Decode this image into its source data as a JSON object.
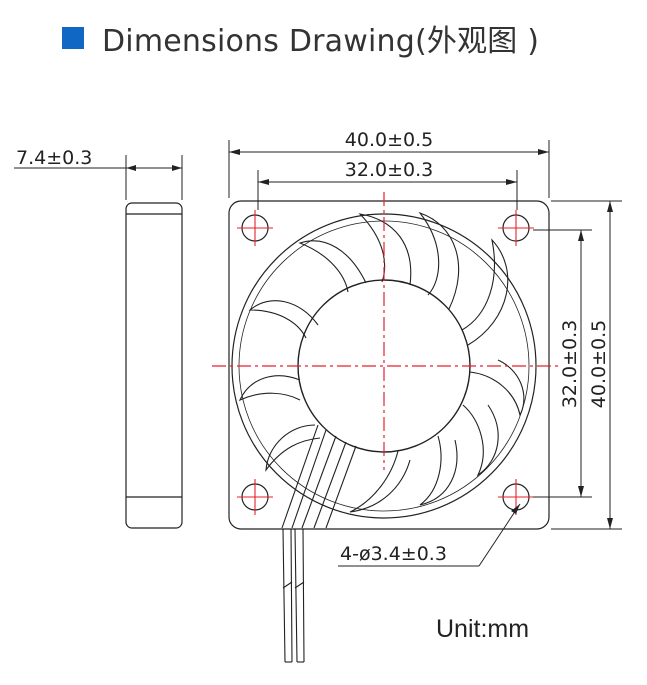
{
  "header": {
    "title": "Dimensions Drawing(外观图 )",
    "accent_color": "#1168c4"
  },
  "dimensions": {
    "thickness": "7.4±0.3",
    "width_outer": "40.0±0.5",
    "width_holes": "32.0±0.3",
    "height_holes": "32.0±0.3",
    "height_outer": "40.0±0.5",
    "holes": "4-ø3.4±0.3"
  },
  "unit": "Unit:mm",
  "colors": {
    "line": "#222222",
    "centerline": "#e8212a"
  }
}
